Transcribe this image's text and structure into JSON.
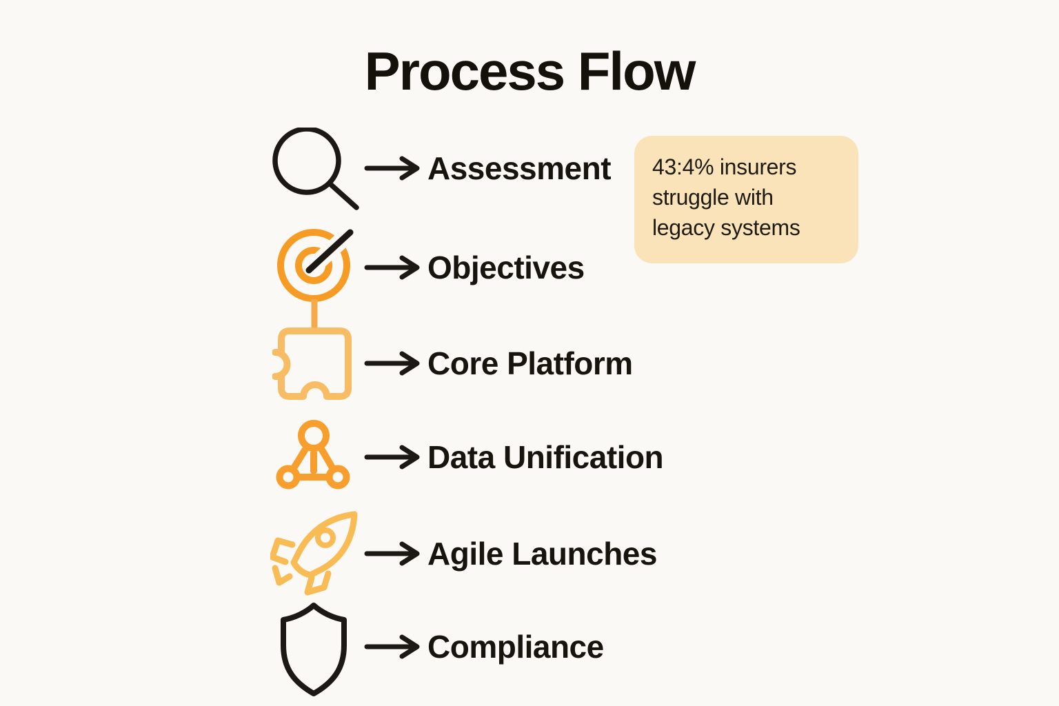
{
  "title": "Process Flow",
  "steps": [
    {
      "icon": "magnifier-icon",
      "label": "Assessment"
    },
    {
      "icon": "target-icon",
      "label": "Objectives"
    },
    {
      "icon": "puzzle-icon",
      "label": "Core Platform"
    },
    {
      "icon": "network-icon",
      "label": "Data Unification"
    },
    {
      "icon": "rocket-icon",
      "label": "Agile Launches"
    },
    {
      "icon": "shield-icon",
      "label": "Compliance"
    }
  ],
  "callout": {
    "lines": [
      "43:4% insurers",
      "struggle with",
      "legacy systems"
    ]
  },
  "colors": {
    "background": "#FAF9F5",
    "callout_background": "#FAE3B8",
    "ink": "#1C1914",
    "orange_strong": "#F69C25",
    "orange_medium": "#F89E2C",
    "orange_light": "#F8BD64",
    "orange_rocket": "#F9BC55",
    "connector_orange": "#F6A94A"
  }
}
